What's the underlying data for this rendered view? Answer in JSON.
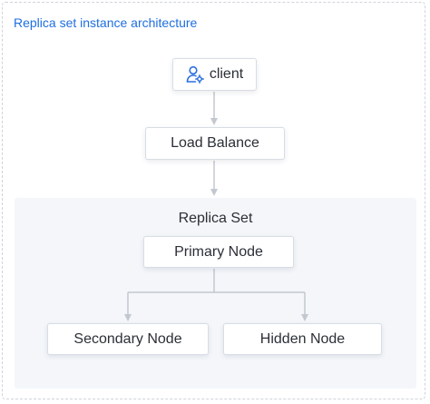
{
  "title": "Replica set instance architecture",
  "nodes": {
    "client": "client",
    "load_balance": "Load Balance",
    "primary": "Primary Node",
    "secondary": "Secondary Node",
    "hidden": "Hidden Node"
  },
  "group": {
    "label": "Replica Set"
  },
  "icons": {
    "client": "user-gear-icon"
  },
  "colors": {
    "title": "#1f6fe0",
    "icon": "#2a6fde",
    "connector": "#c3c8d0",
    "group_background": "#f4f6fa",
    "frame_border": "#cfd3da"
  }
}
